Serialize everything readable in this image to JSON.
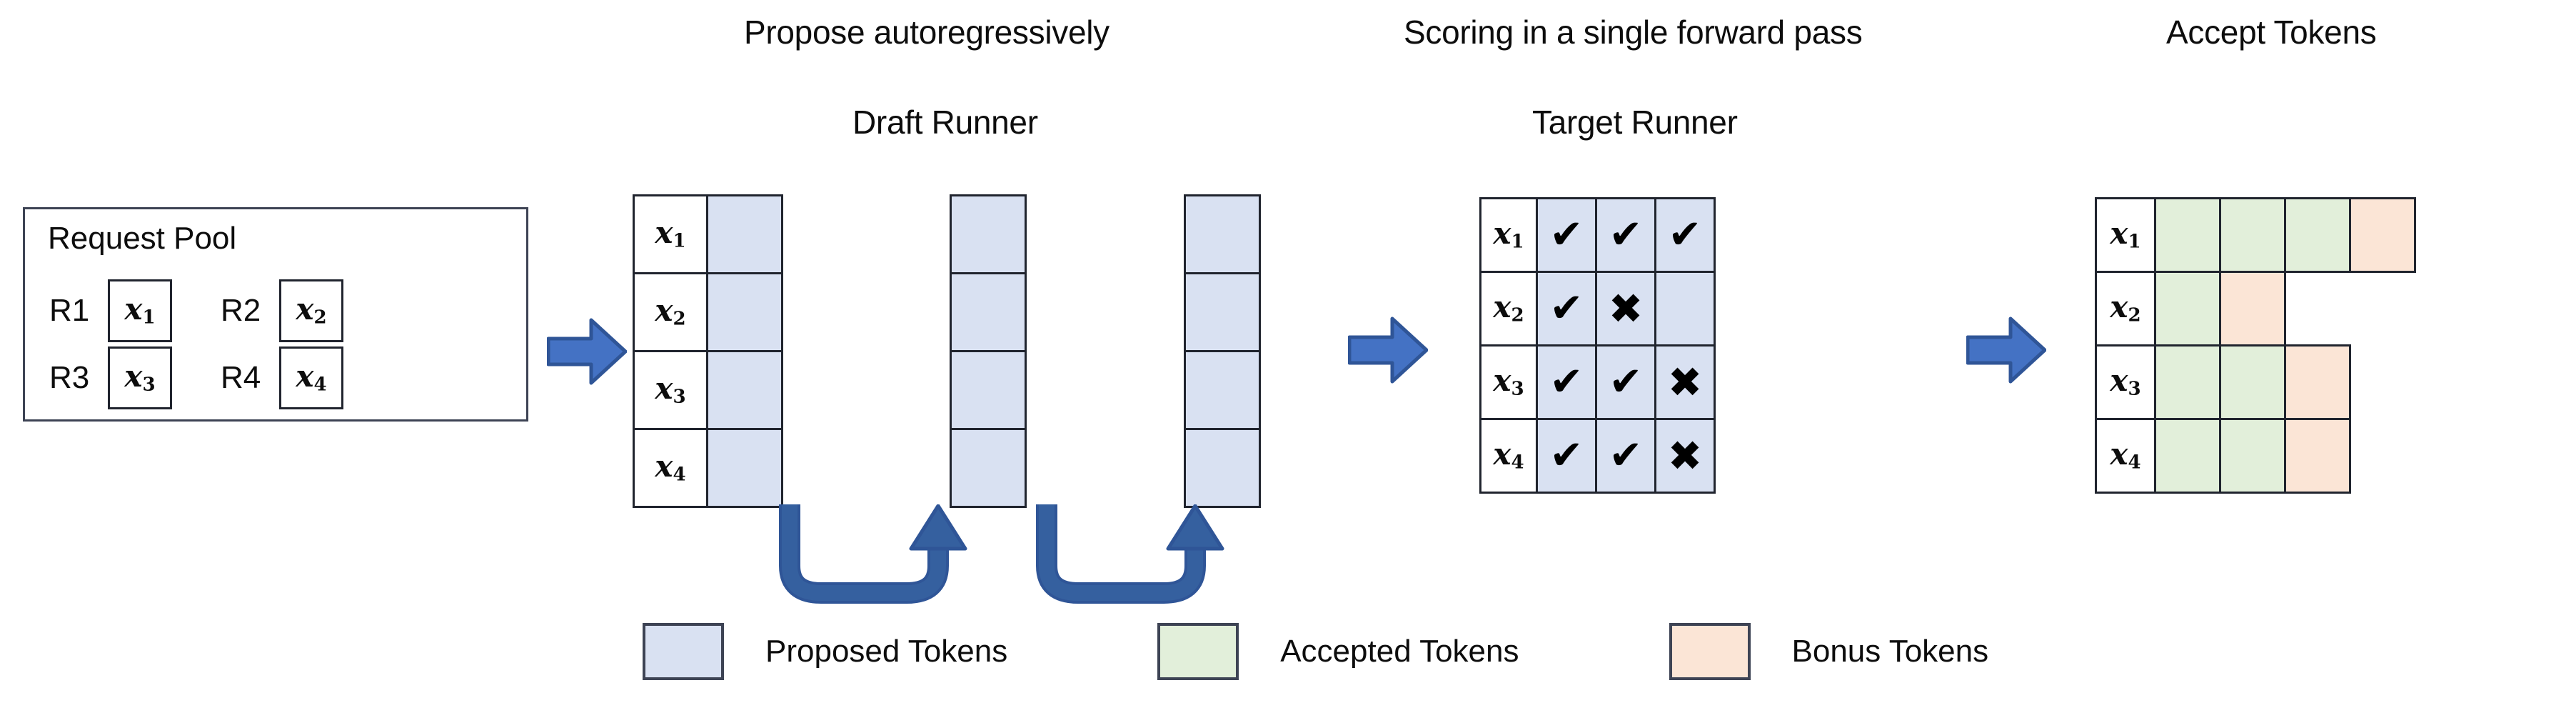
{
  "titles": {
    "propose": "Propose autoregressively",
    "scoring": "Scoring in a single forward pass",
    "accept": "Accept Tokens"
  },
  "subtitles": {
    "draft_runner": "Draft Runner",
    "target_runner": "Target Runner"
  },
  "request_pool": {
    "heading": "Request Pool",
    "entries": [
      {
        "label": "R1",
        "token": "x",
        "sub": "1"
      },
      {
        "label": "R2",
        "token": "x",
        "sub": "2"
      },
      {
        "label": "R3",
        "token": "x",
        "sub": "3"
      },
      {
        "label": "R4",
        "token": "x",
        "sub": "4"
      }
    ]
  },
  "draft_runner": {
    "row_labels": [
      {
        "token": "x",
        "sub": "1"
      },
      {
        "token": "x",
        "sub": "2"
      },
      {
        "token": "x",
        "sub": "3"
      },
      {
        "token": "x",
        "sub": "4"
      }
    ],
    "columns": 3,
    "cell_kind": "proposed",
    "loop_arrow_count": 2
  },
  "target_runner": {
    "row_labels": [
      {
        "token": "x",
        "sub": "1"
      },
      {
        "token": "x",
        "sub": "2"
      },
      {
        "token": "x",
        "sub": "3"
      },
      {
        "token": "x",
        "sub": "4"
      }
    ],
    "marks": [
      [
        "check",
        "check",
        "check"
      ],
      [
        "check",
        "cross",
        "none"
      ],
      [
        "check",
        "check",
        "cross"
      ],
      [
        "check",
        "check",
        "cross"
      ]
    ],
    "glyphs": {
      "check": "✔",
      "cross": "✖"
    }
  },
  "accept_tokens": {
    "row_labels": [
      {
        "token": "x",
        "sub": "1"
      },
      {
        "token": "x",
        "sub": "2"
      },
      {
        "token": "x",
        "sub": "3"
      },
      {
        "token": "x",
        "sub": "4"
      }
    ],
    "rows": [
      [
        "accepted",
        "accepted",
        "accepted",
        "bonus"
      ],
      [
        "accepted",
        "bonus"
      ],
      [
        "accepted",
        "accepted",
        "bonus"
      ],
      [
        "accepted",
        "accepted",
        "bonus"
      ]
    ]
  },
  "legend": [
    {
      "kind": "proposed",
      "label": "Proposed Tokens"
    },
    {
      "kind": "accepted",
      "label": "Accepted Tokens"
    },
    {
      "kind": "bonus",
      "label": "Bonus Tokens"
    }
  ],
  "colors": {
    "proposed": "#d9e1f2",
    "accepted": "#e2efda",
    "bonus": "#fbe5d6",
    "arrow_fill": "#4472c4",
    "arrow_stroke": "#2f5597",
    "grid_stroke": "#20242e",
    "text": "#0d0d0d"
  }
}
